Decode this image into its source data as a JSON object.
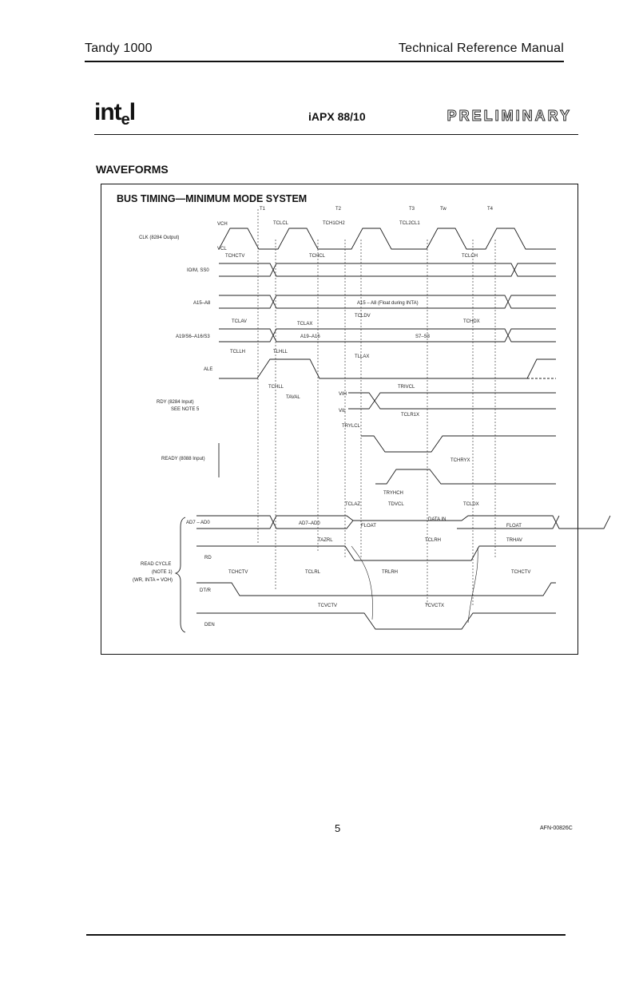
{
  "header": {
    "left": "Tandy 1000",
    "right": "Technical Reference Manual"
  },
  "logo_text": "intel",
  "chip_title": "iAPX 88/10",
  "preliminary": "PRELIMINARY",
  "section_title": "WAVEFORMS",
  "diagram": {
    "title": "BUS TIMING—MINIMUM MODE SYSTEM",
    "states": [
      "T1",
      "T2",
      "T3",
      "Tw",
      "T4"
    ],
    "signals": {
      "clk": "CLK (8284 Output)",
      "iom": "IO/M, SS0",
      "a15": "A15–A8",
      "a19": "A19/S6–A16/S3",
      "ale": "ALE",
      "rdy1": "RDY (8284 Input)",
      "rdy2": "SEE NOTE 5",
      "ready": "READY (8088 Input)",
      "ad": "AD7 – AD0",
      "rd": "RD",
      "dtr": "DT/R",
      "den": "DEN",
      "rc1": "READ CYCLE",
      "rc2": "(NOTE 1)",
      "rc3": "(WR, INTA = VOH)"
    },
    "levels": {
      "vch": "VCH",
      "vcl": "VCL",
      "vih": "VIH",
      "vil": "VIL"
    },
    "bus_labels": {
      "a15_float": "A15 – A8 (Float during INTA)",
      "a19_a16": "A19–A16",
      "s7_s3": "S7–S3",
      "ad_out": "AD7–AD0",
      "data_in": "DATA IN",
      "float": "FLOAT"
    },
    "timing": {
      "tclcl": "TCLCL",
      "tch1ch2": "TCH1CH2",
      "tcl2cl1": "TCL2CL1",
      "tchctv": "TCHCTV",
      "tchcl": "TCHCL",
      "tclch": "TCLCH",
      "tclav": "TCLAV",
      "tclax": "TCLAX",
      "tcldv": "TCLDV",
      "tchdx": "TCHDX",
      "tcllh": "TCLLH",
      "tlhll": "TLHLL",
      "tllax": "TLLAX",
      "tchll": "TCHLL",
      "taval": "TAVAL",
      "trivcl": "TRIVCL",
      "tclr1x": "TCLR1X",
      "tryl": "TRYLCL",
      "tchryx": "TCHRYX",
      "tryhch": "TRYHCH",
      "tclaz": "TCLAZ",
      "tdvcl": "TDVCL",
      "tcldx": "TCLDX",
      "tazrl": "TAZRL",
      "tclrh": "TCLRH",
      "trhav": "TRHAV",
      "tclrl": "TCLRL",
      "trlrh": "TRLRH",
      "tcvctv": "TCVCTV",
      "tcvctx": "TCVCTX"
    }
  },
  "page_number": "5",
  "afn": "AFN-00826C"
}
